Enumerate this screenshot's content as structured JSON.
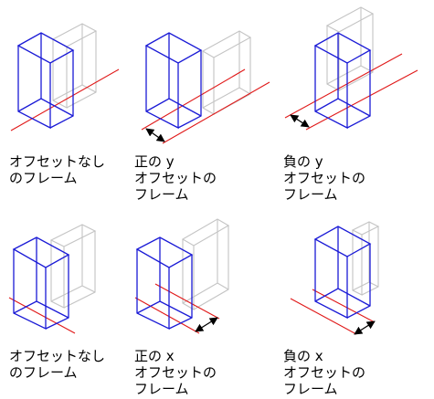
{
  "panels": [
    {
      "id": "a",
      "caption": [
        "オフセットなし",
        "のフレーム"
      ]
    },
    {
      "id": "b",
      "caption": [
        "正の  y",
        "オフセットの",
        "フレーム"
      ]
    },
    {
      "id": "c",
      "caption": [
        "負の  y",
        "オフセットの",
        "フレーム"
      ]
    },
    {
      "id": "d",
      "caption": [
        "オフセットなし",
        "のフレーム"
      ]
    },
    {
      "id": "e",
      "caption": [
        "正の  x",
        "オフセットの",
        "フレーム"
      ]
    },
    {
      "id": "f",
      "caption": [
        "負の  x",
        "オフセットの",
        "フレーム"
      ]
    }
  ],
  "colors": {
    "frame": "#1a1ad6",
    "ghost": "#c4c4c4",
    "axis": "#e01818",
    "arrow": "#000000"
  }
}
